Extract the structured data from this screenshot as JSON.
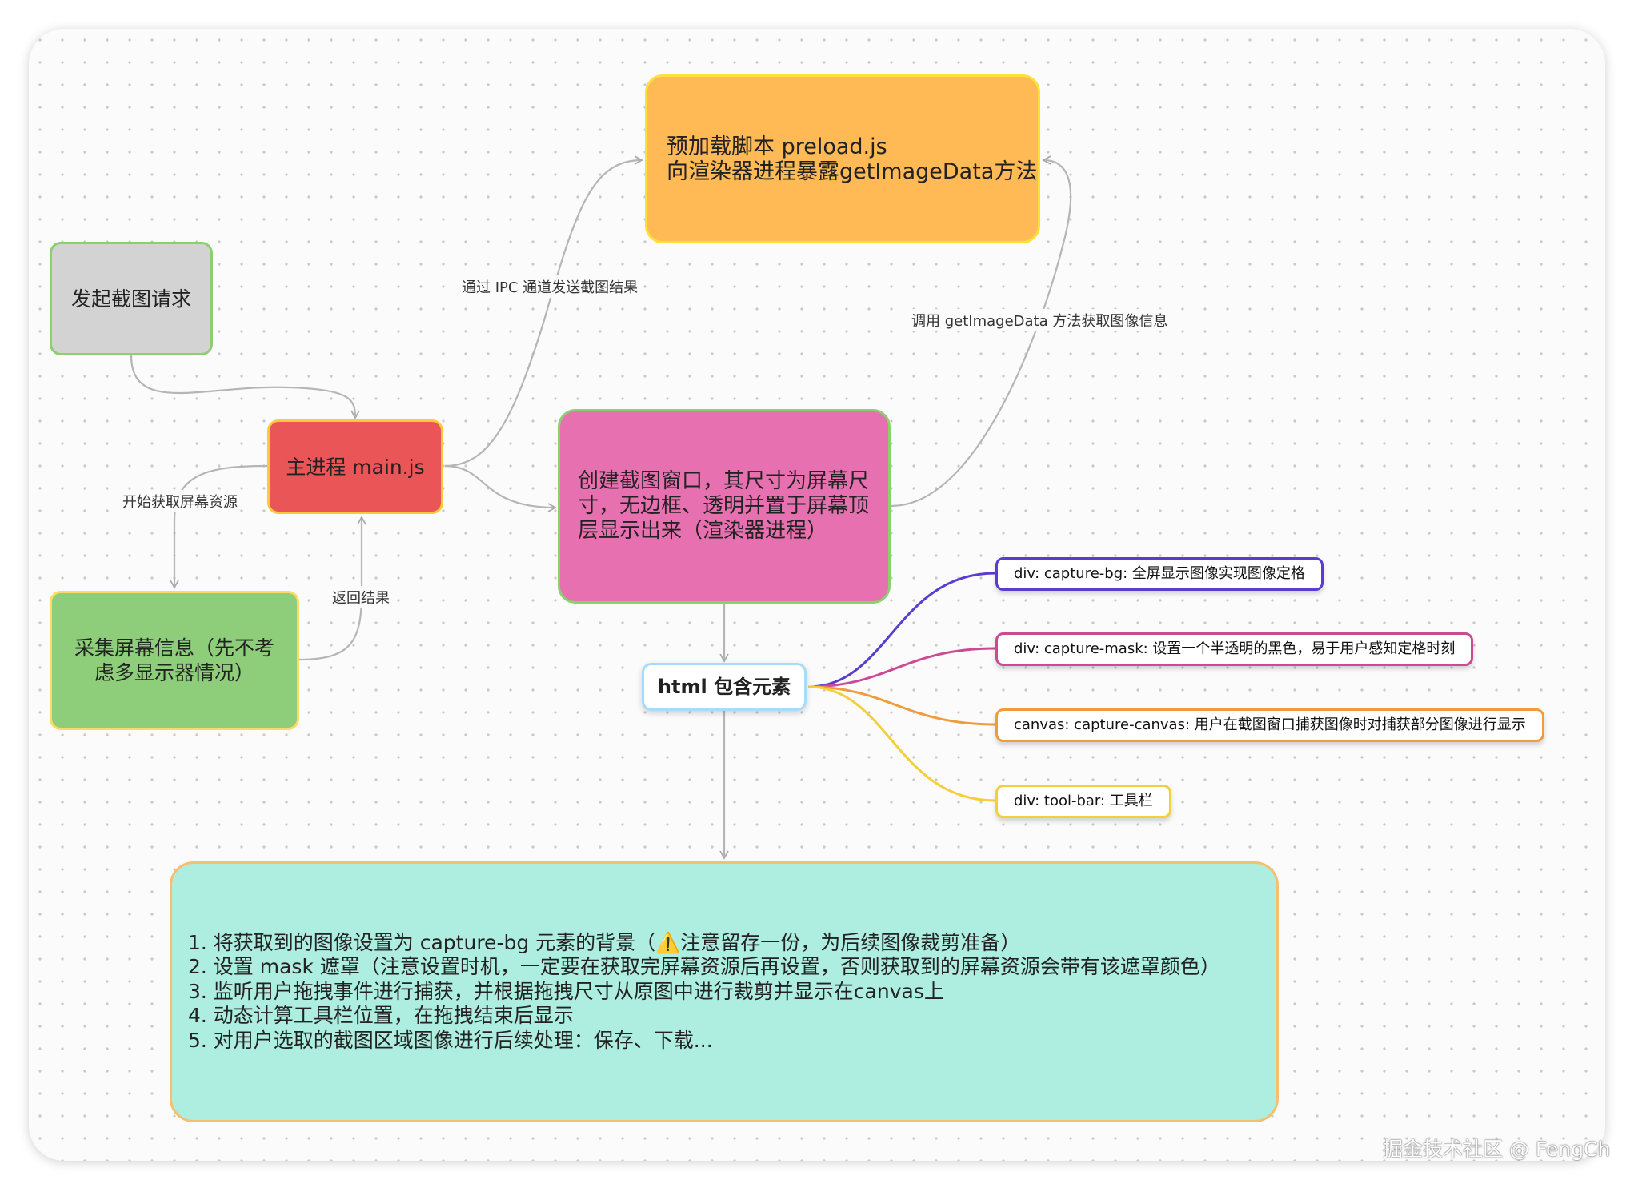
{
  "nodes": {
    "request": "发起截图请求",
    "preload": "预加载脚本 preload.js\n向渲染器进程暴露getImageData方法",
    "main": "主进程 main.js",
    "window": "创建截图窗口，其尺寸为屏幕尺寸，无边框、透明并置于屏幕顶层显示出来（渲染器进程）",
    "collect": "采集屏幕信息（先不考虑多显示器情况）",
    "html": "html 包含元素",
    "steps": "1. 将获取到的图像设置为 capture-bg 元素的背景（⚠️注意留存一份，为后续图像裁剪准备）\n2. 设置 mask 遮罩（注意设置时机，一定要在获取完屏幕资源后再设置，否则获取到的屏幕资源会带有该遮罩颜色）\n3. 监听用户拖拽事件进行捕获，并根据拖拽尺寸从原图中进行裁剪并显示在canvas上\n4. 动态计算工具栏位置，在拖拽结束后显示\n5. 对用户选取的截图区域图像进行后续处理：保存、下载..."
  },
  "leaves": {
    "capture_bg": "div:   capture-bg: 全屏显示图像实现图像定格",
    "capture_mask": "div:   capture-mask: 设置一个半透明的黑色，易于用户感知定格时刻",
    "capture_canvas": "canvas: capture-canvas: 用户在截图窗口捕获图像时对捕获部分图像进行显示",
    "tool_bar": "div: tool-bar: 工具栏"
  },
  "edge_labels": {
    "ipc": "通过 IPC 通道发送截图结果",
    "call": "调用 getImageData 方法获取图像信息",
    "start": "开始获取屏幕资源",
    "return": "返回结果"
  },
  "watermark": "掘金技术社区 @ FengCh",
  "colors": {
    "edge_gray": "#b5b5b5",
    "branch_purple": "#5a3ccf",
    "branch_pink": "#cc4a93",
    "branch_orange": "#f09c3c",
    "branch_yellow": "#f5cf3a"
  }
}
